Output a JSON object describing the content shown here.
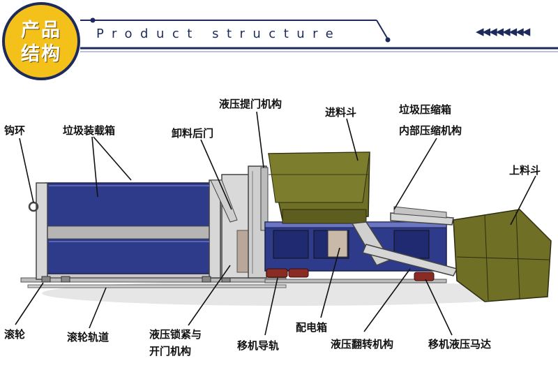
{
  "header": {
    "badge_line1": "产品",
    "badge_line2": "结构",
    "title": "Product structure",
    "chevrons": "◀◀◀◀◀◀◀◀"
  },
  "labels": {
    "hook_ring": "钩环",
    "container": "垃圾装载箱",
    "rear_door": "卸料后门",
    "hydraulic_lift_door": "液压提门机构",
    "feed_hopper": "进料斗",
    "compress_box_line1": "垃圾压缩箱",
    "compress_box_line2": "内部压缩机构",
    "loading_hopper": "上料斗",
    "roller": "滚轮",
    "roller_track": "滚轮轨道",
    "lock_line1": "液压锁紧与",
    "lock_line2": "开门机构",
    "shift_rail": "移机导轨",
    "distribution_box": "配电箱",
    "flip_mechanism": "液压翻转机构",
    "shift_motor": "移机液压马达"
  },
  "colors": {
    "navy": "#1d2a5b",
    "badge_yellow": "#f4c11b",
    "box_blue": "#2e3a8a",
    "hopper_olive": "#6f7025",
    "frame_grey": "#c8c8c8",
    "motor_red": "#8a2b24"
  }
}
